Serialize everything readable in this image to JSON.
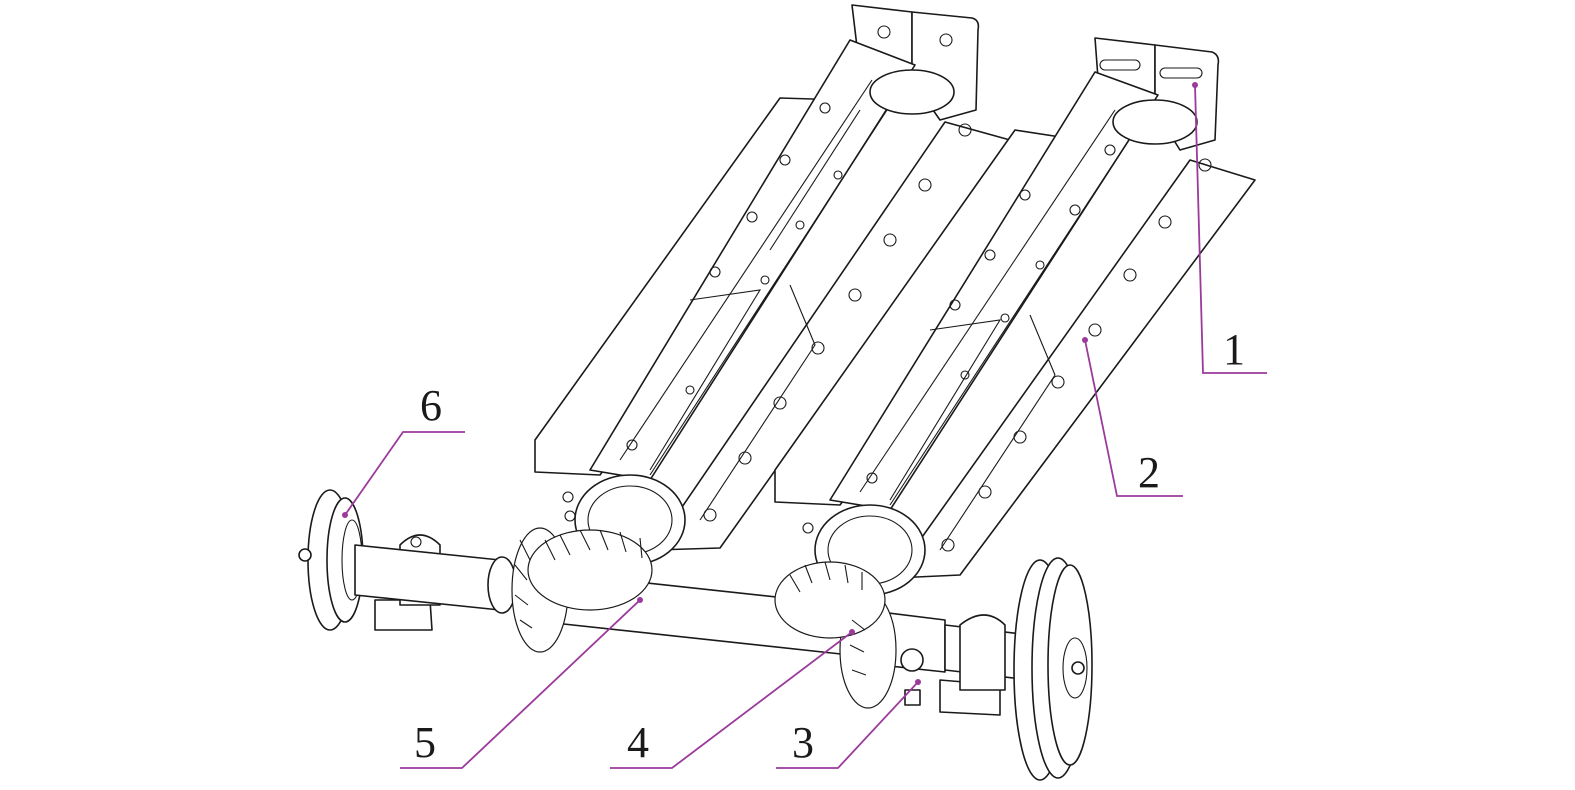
{
  "figure": {
    "leader_color": "#9b3a9b",
    "line_color": "#1a1a1a",
    "callouts": [
      {
        "id": "c1",
        "label": "1"
      },
      {
        "id": "c2",
        "label": "2"
      },
      {
        "id": "c3",
        "label": "3"
      },
      {
        "id": "c4",
        "label": "4"
      },
      {
        "id": "c5",
        "label": "5"
      },
      {
        "id": "c6",
        "label": "6"
      }
    ]
  }
}
